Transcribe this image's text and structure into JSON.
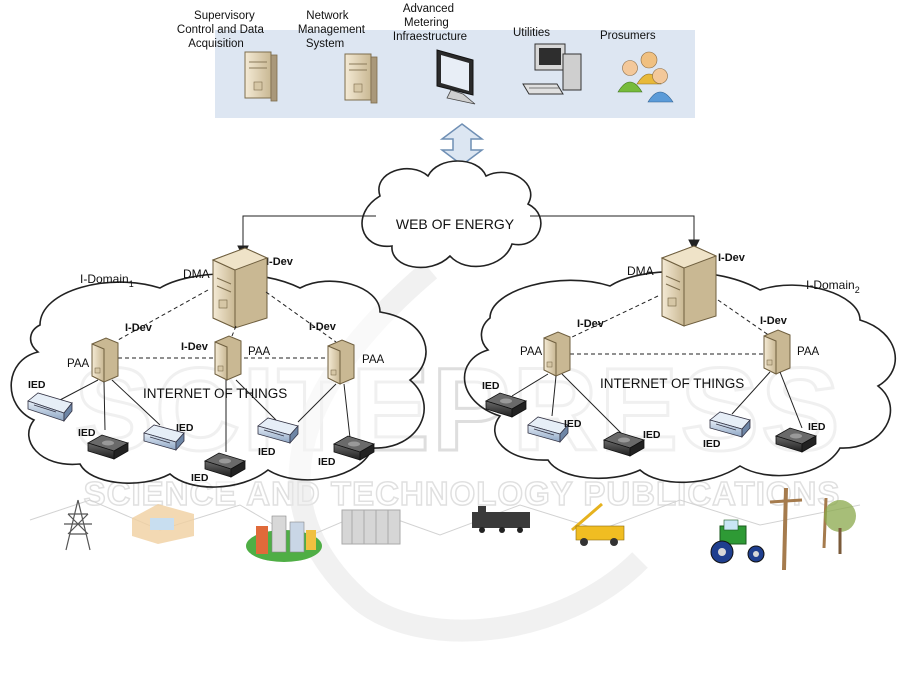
{
  "top_panel": {
    "items": [
      {
        "label_lines": [
          "Supervisory",
          "Control and Data",
          "Acquisition"
        ],
        "icon": "server-icon"
      },
      {
        "label_lines": [
          "Network",
          "Management",
          "System"
        ],
        "icon": "server-icon"
      },
      {
        "label_lines": [
          "Advanced",
          "Metering",
          "Infraestructure"
        ],
        "icon": "monitor-icon"
      },
      {
        "label_lines": [
          "Utilities"
        ],
        "icon": "desktop-computer-icon"
      },
      {
        "label_lines": [
          "Prosumers"
        ],
        "icon": "people-icon"
      }
    ],
    "bg_color": "#dde6f2"
  },
  "web_cloud": {
    "label": "WEB OF ENERGY"
  },
  "domains": [
    {
      "name_main": "I-Domain",
      "name_sub": "1",
      "dma_label": "DMA",
      "dma_dev_label": "I-Dev",
      "iot_label": "INTERNET OF THINGS",
      "paa_label": "PAA",
      "idev_label": "I-Dev",
      "ied_label": "IED"
    },
    {
      "name_main": "I-Domain",
      "name_sub": "2",
      "dma_label": "DMA",
      "dma_dev_label": "I-Dev",
      "iot_label": "INTERNET OF THINGS",
      "paa_label": "PAA",
      "idev_label": "I-Dev",
      "ied_label": "IED"
    }
  ],
  "watermark": {
    "main": "SCITEPRESS",
    "sub": "SCIENCE AND TECHNOLOGY PUBLICATIONS"
  },
  "bottom_strip": {
    "icons": [
      "transmission-tower-icon",
      "house-icon",
      "city-icon",
      "factory-icon",
      "train-icon",
      "crane-truck-icon",
      "tractor-icon",
      "utility-pole-icon"
    ]
  },
  "colors": {
    "server_body": "#e9dcc2",
    "server_dark": "#b9a682",
    "ied_dark": "#333333",
    "ied_light": "#b8c8dc",
    "arrow_fill": "#dce6f2",
    "arrow_stroke": "#6f8fb4",
    "watermark": "#cfcfcf"
  }
}
